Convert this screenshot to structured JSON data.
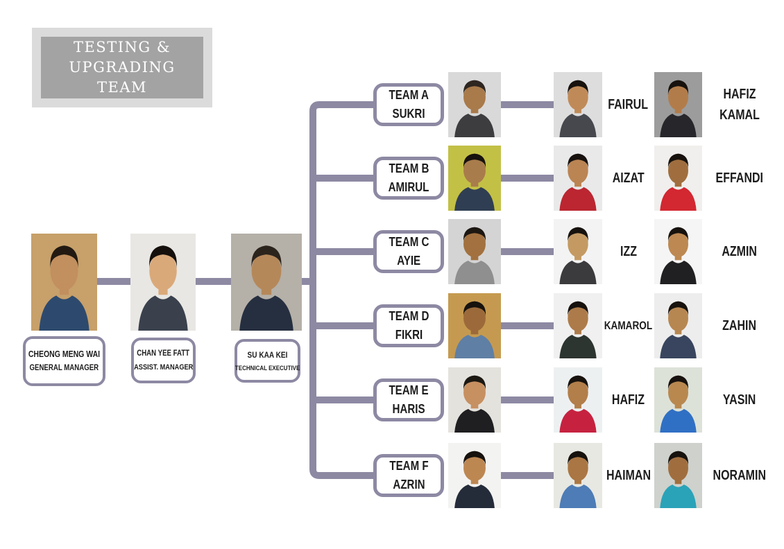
{
  "colors": {
    "connector": "#8d89a3",
    "box_border": "#8d89a3",
    "title_outer_bg": "#dbdbdb",
    "title_inner_bg": "#a3a3a3",
    "title_text": "#ffffff",
    "label_text": "#1c1c1c",
    "page_bg": "#ffffff"
  },
  "title": {
    "line1": "TESTING &",
    "line2": "UPGRADING",
    "line3": "TEAM"
  },
  "managers": [
    {
      "name": "CHEONG MENG WAI",
      "role": "GENERAL MANAGER",
      "avatar": {
        "bg": "#c7a06a",
        "skin": "#c28f5e",
        "hair": "#221a12",
        "shirt": "#2d4a6e"
      }
    },
    {
      "name": "CHAN YEE FATT",
      "role": "ASSIST. MANAGER",
      "avatar": {
        "bg": "#e8e7e3",
        "skin": "#daa97a",
        "hair": "#15100c",
        "shirt": "#3a414d"
      }
    },
    {
      "name": "SU KAA KEI",
      "role": "TECHNICAL EXECUTIVE",
      "avatar": {
        "bg": "#b5b0a8",
        "skin": "#b5885a",
        "hair": "#2a241d",
        "shirt": "#262f40"
      }
    }
  ],
  "teams": [
    {
      "team": "TEAM A",
      "leader": "SUKRI",
      "leader_avatar": {
        "bg": "#d9d9d9",
        "skin": "#a97a4a",
        "hair": "#2e2620",
        "shirt": "#3d3d40"
      },
      "member1": {
        "name": "FAIRUL",
        "avatar": {
          "bg": "#dddddd",
          "skin": "#c08a58",
          "hair": "#17120e",
          "shirt": "#46484e"
        }
      },
      "member2": {
        "name": "HAFIZ KAMAL",
        "avatar": {
          "bg": "#9c9c9c",
          "skin": "#b27c4a",
          "hair": "#17120e",
          "shirt": "#26262b"
        }
      }
    },
    {
      "team": "TEAM B",
      "leader": "AMIRUL",
      "leader_avatar": {
        "bg": "#c3c046",
        "skin": "#a97c4c",
        "hair": "#17120e",
        "shirt": "#303e53"
      },
      "member1": {
        "name": "AIZAT",
        "avatar": {
          "bg": "#e9e9e9",
          "skin": "#bb8453",
          "hair": "#17120e",
          "shirt": "#bb2631"
        }
      },
      "member2": {
        "name": "EFFANDI",
        "avatar": {
          "bg": "#f0efed",
          "skin": "#a06e3e",
          "hair": "#17120e",
          "shirt": "#d32731"
        }
      }
    },
    {
      "team": "TEAM C",
      "leader": "AYIE",
      "leader_avatar": {
        "bg": "#d4d4d4",
        "skin": "#a2713f",
        "hair": "#1d1712",
        "shirt": "#8f8f90"
      },
      "member1": {
        "name": "IZZ",
        "avatar": {
          "bg": "#f3f3f3",
          "skin": "#c49a62",
          "hair": "#17120e",
          "shirt": "#3b3b3d"
        }
      },
      "member2": {
        "name": "AZMIN",
        "avatar": {
          "bg": "#f5f5f5",
          "skin": "#bd8851",
          "hair": "#17120e",
          "shirt": "#202022"
        }
      }
    },
    {
      "team": "TEAM D",
      "leader": "FIKRI",
      "leader_avatar": {
        "bg": "#c59a50",
        "skin": "#9c6a3a",
        "hair": "#17120e",
        "shirt": "#5f7fa5"
      },
      "member1": {
        "name": "KAMAROL",
        "avatar": {
          "bg": "#f0f0f0",
          "skin": "#ad7b49",
          "hair": "#17120e",
          "shirt": "#2c352f"
        }
      },
      "member2": {
        "name": "ZAHIN",
        "avatar": {
          "bg": "#ededed",
          "skin": "#b78751",
          "hair": "#17120e",
          "shirt": "#39455e"
        }
      }
    },
    {
      "team": "TEAM E",
      "leader": "HARIS",
      "leader_avatar": {
        "bg": "#e4e2dd",
        "skin": "#c79061",
        "hair": "#1c1812",
        "shirt": "#1f1f21"
      },
      "member1": {
        "name": "HAFIZ",
        "avatar": {
          "bg": "#edf0f1",
          "skin": "#b27e4a",
          "hair": "#17120e",
          "shirt": "#c62240"
        }
      },
      "member2": {
        "name": "YASIN",
        "avatar": {
          "bg": "#dde2d8",
          "skin": "#b8884f",
          "hair": "#17120e",
          "shirt": "#3070c4"
        }
      }
    },
    {
      "team": "TEAM F",
      "leader": "AZRIN",
      "leader_avatar": {
        "bg": "#f3f3f1",
        "skin": "#bd8752",
        "hair": "#17120e",
        "shirt": "#242c3a"
      },
      "member1": {
        "name": "HAIMAN",
        "avatar": {
          "bg": "#e7e8e2",
          "skin": "#aa7643",
          "hair": "#17120e",
          "shirt": "#4d7cb6"
        }
      },
      "member2": {
        "name": "NORAMIN",
        "avatar": {
          "bg": "#ced1cc",
          "skin": "#a06e3e",
          "hair": "#17120e",
          "shirt": "#2aa3b8"
        }
      }
    }
  ]
}
